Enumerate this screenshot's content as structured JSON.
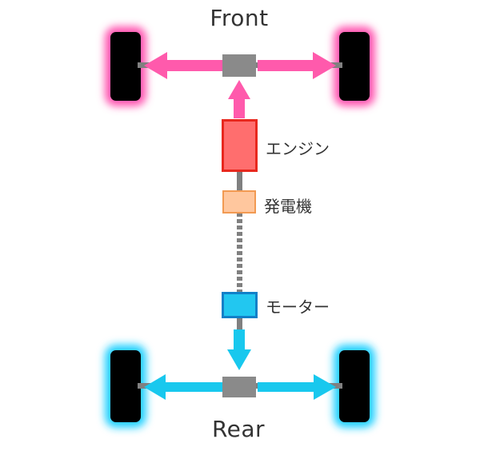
{
  "labels": {
    "front": "Front",
    "rear": "Rear",
    "engine": "エンジン",
    "generator": "発電機",
    "motor": "モーター"
  },
  "colors": {
    "front_flow": "#ff5aac",
    "front_glow": "#ff55b0",
    "rear_flow": "#18c8ee",
    "rear_glow": "#20d0ff",
    "engine_fill": "#ff6e6e",
    "engine_stroke": "#e8281e",
    "generator_fill": "#ffc79e",
    "generator_stroke": "#f29a52",
    "motor_fill": "#22c7f0",
    "motor_stroke": "#1180c8",
    "shaft": "#808080",
    "hub": "#8a8a8a",
    "wheel": "#000000"
  }
}
